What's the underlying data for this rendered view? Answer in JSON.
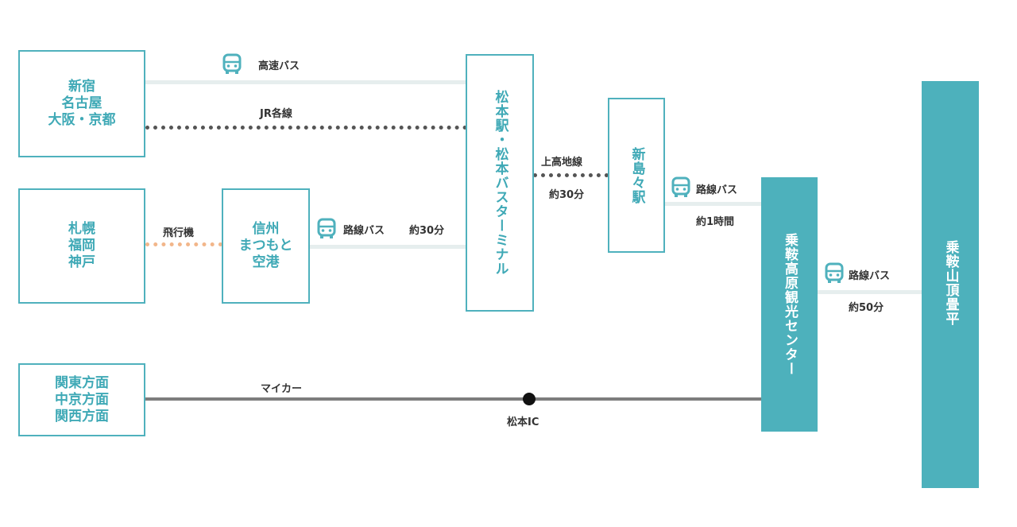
{
  "colors": {
    "accent": "#4fb1bd",
    "accent_fill": "#4db1bc",
    "route_light": "#e6eeee",
    "route_dotted": "#555555",
    "route_flight": "#f2b68a",
    "route_car": "#7d7d7d"
  },
  "origins": {
    "honshu": [
      "新宿",
      "名古屋",
      "大阪・京都"
    ],
    "hokkaido": [
      "札幌",
      "福岡",
      "神戸"
    ],
    "car": [
      "関東方面",
      "中京方面",
      "関西方面"
    ]
  },
  "stations": {
    "airport": [
      "信州",
      "まつもと",
      "空港"
    ],
    "matsumoto": "松本駅・松本バスターミナル",
    "shinshimashima": "新島々駅",
    "norikura_kogen": "乗鞍高原観光センター",
    "summit": "乗鞍山頂畳平"
  },
  "routes": {
    "highway_bus": "高速バス",
    "jr_lines": "JR各線",
    "flight": "飛行機",
    "airport_bus": "路線バス",
    "airport_bus_time": "約30分",
    "kamikochi_line": "上高地線",
    "kamikochi_time": "約30分",
    "bus_1": "路線バス",
    "bus_1_time": "約1時間",
    "bus_2": "路線バス",
    "bus_2_time": "約50分",
    "my_car": "マイカー",
    "matsumoto_ic": "松本IC"
  },
  "icons": {
    "bus": "bus-icon",
    "junction": "junction-dot-icon"
  }
}
